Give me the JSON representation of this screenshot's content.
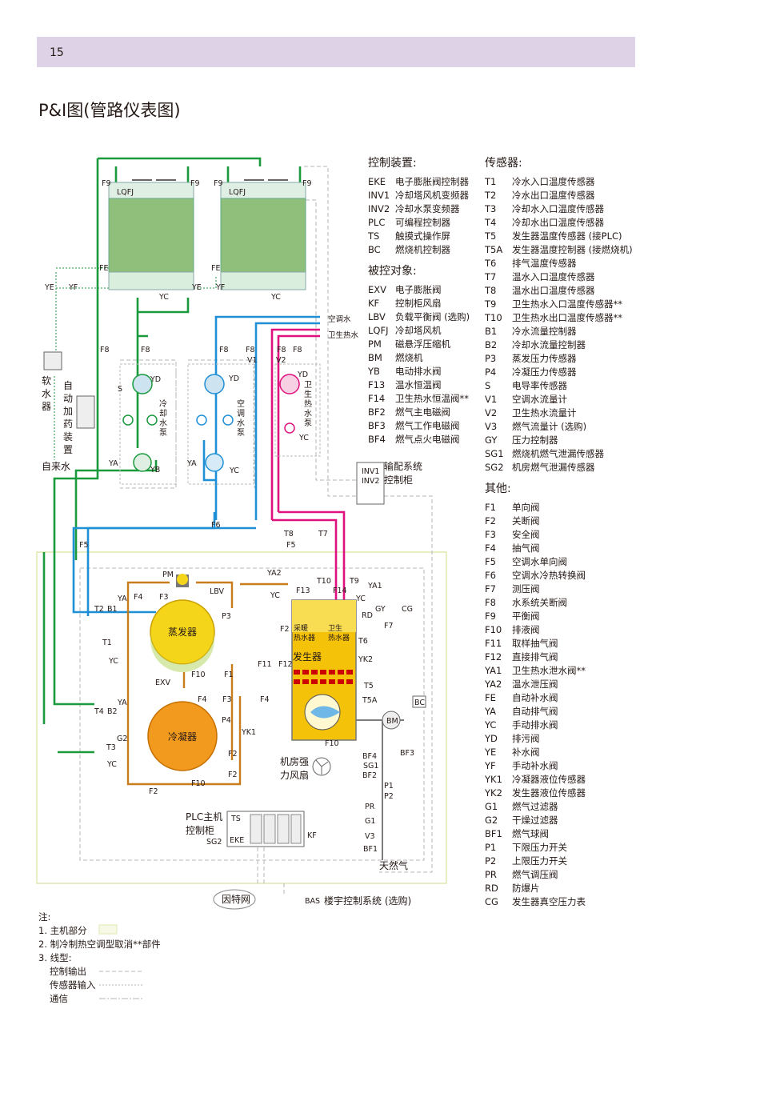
{
  "page_number": "15",
  "page_title": "P&I图(管路仪表图)",
  "legend": {
    "control_devices": {
      "title": "控制装置:",
      "items": [
        {
          "code": "EKE",
          "name": "电子膨胀阀控制器"
        },
        {
          "code": "INV1",
          "name": "冷却塔风机变频器"
        },
        {
          "code": "INV2",
          "name": "冷却水泵变频器"
        },
        {
          "code": "PLC",
          "name": "可编程控制器"
        },
        {
          "code": "TS",
          "name": "触摸式操作屏"
        },
        {
          "code": "BC",
          "name": "燃烧机控制器"
        }
      ]
    },
    "controlled_objects": {
      "title": "被控对象:",
      "items": [
        {
          "code": "EXV",
          "name": "电子膨胀阀"
        },
        {
          "code": "KF",
          "name": "控制柜风扇"
        },
        {
          "code": "LBV",
          "name": "负载平衡阀 (选购)"
        },
        {
          "code": "LQFJ",
          "name": "冷却塔风机"
        },
        {
          "code": "PM",
          "name": "磁悬浮压缩机"
        },
        {
          "code": "BM",
          "name": "燃烧机"
        },
        {
          "code": "YB",
          "name": "电动排水阀"
        },
        {
          "code": "F13",
          "name": "温水恒温阀"
        },
        {
          "code": "F14",
          "name": "卫生热水恒温阀**"
        },
        {
          "code": "BF2",
          "name": "燃气主电磁阀"
        },
        {
          "code": "BF3",
          "name": "燃气工作电磁阀"
        },
        {
          "code": "BF4",
          "name": "燃气点火电磁阀"
        }
      ]
    },
    "sensors": {
      "title": "传感器:",
      "items": [
        {
          "code": "T1",
          "name": "冷水入口温度传感器"
        },
        {
          "code": "T2",
          "name": "冷水出口温度传感器"
        },
        {
          "code": "T3",
          "name": "冷却水入口温度传感器"
        },
        {
          "code": "T4",
          "name": "冷却水出口温度传感器"
        },
        {
          "code": "T5",
          "name": "发生器温度传感器 (接PLC)"
        },
        {
          "code": "T5A",
          "name": "发生器温度控制器 (接燃烧机)"
        },
        {
          "code": "T6",
          "name": "排气温度传感器"
        },
        {
          "code": "T7",
          "name": "温水入口温度传感器"
        },
        {
          "code": "T8",
          "name": "温水出口温度传感器"
        },
        {
          "code": "T9",
          "name": "卫生热水入口温度传感器**"
        },
        {
          "code": "T10",
          "name": "卫生热水出口温度传感器**"
        },
        {
          "code": "B1",
          "name": "冷水流量控制器"
        },
        {
          "code": "B2",
          "name": "冷却水流量控制器"
        },
        {
          "code": "P3",
          "name": "蒸发压力传感器"
        },
        {
          "code": "P4",
          "name": "冷凝压力传感器"
        },
        {
          "code": "S",
          "name": "电导率传感器"
        },
        {
          "code": "V1",
          "name": "空调水流量计"
        },
        {
          "code": "V2",
          "name": "卫生热水流量计"
        },
        {
          "code": "V3",
          "name": "燃气流量计 (选购)"
        },
        {
          "code": "GY",
          "name": "压力控制器"
        },
        {
          "code": "SG1",
          "name": "燃烧机燃气泄漏传感器"
        },
        {
          "code": "SG2",
          "name": "机房燃气泄漏传感器"
        }
      ]
    },
    "others": {
      "title": "其他:",
      "items": [
        {
          "code": "F1",
          "name": "单向阀"
        },
        {
          "code": "F2",
          "name": "关断阀"
        },
        {
          "code": "F3",
          "name": "安全阀"
        },
        {
          "code": "F4",
          "name": "抽气阀"
        },
        {
          "code": "F5",
          "name": "空调水单向阀"
        },
        {
          "code": "F6",
          "name": "空调水冷热转换阀"
        },
        {
          "code": "F7",
          "name": "测压阀"
        },
        {
          "code": "F8",
          "name": "水系统关断阀"
        },
        {
          "code": "F9",
          "name": "平衡阀"
        },
        {
          "code": "F10",
          "name": "排液阀"
        },
        {
          "code": "F11",
          "name": "取样抽气阀"
        },
        {
          "code": "F12",
          "name": "直接排气阀"
        },
        {
          "code": "YA1",
          "name": "卫生热水泄水阀**"
        },
        {
          "code": "YA2",
          "name": "温水泄压阀"
        },
        {
          "code": "FE",
          "name": "自动补水阀"
        },
        {
          "code": "YA",
          "name": "自动排气阀"
        },
        {
          "code": "YC",
          "name": "手动排水阀"
        },
        {
          "code": "YD",
          "name": "排污阀"
        },
        {
          "code": "YE",
          "name": "补水阀"
        },
        {
          "code": "YF",
          "name": "手动补水阀"
        },
        {
          "code": "YK1",
          "name": "冷凝器液位传感器"
        },
        {
          "code": "YK2",
          "name": "发生器液位传感器"
        },
        {
          "code": "G1",
          "name": "燃气过滤器"
        },
        {
          "code": "G2",
          "name": "干燥过滤器"
        },
        {
          "code": "BF1",
          "name": "燃气球阀"
        },
        {
          "code": "P1",
          "name": "下限压力开关"
        },
        {
          "code": "P2",
          "name": "上限压力开关"
        },
        {
          "code": "PR",
          "name": "燃气调压阀"
        },
        {
          "code": "RD",
          "name": "防爆片"
        },
        {
          "code": "CG",
          "name": "发生器真空压力表"
        }
      ]
    }
  },
  "notes": {
    "title": "注:",
    "n1": "1. 主机部分",
    "n2": "2. 制冷制热空调型取消**部件",
    "n3": "3. 线型:",
    "line_types": [
      "控制输出",
      "传感器输入",
      "通信"
    ]
  },
  "diagram": {
    "evaporator": "蒸发器",
    "condenser": "冷凝器",
    "generator": "发生器",
    "heater_left": [
      "采暖",
      "热水器"
    ],
    "heater_right": [
      "卫生",
      "热水器"
    ],
    "cooling_water_pump": [
      "冷",
      "却",
      "水",
      "泵"
    ],
    "chilled_water_pump": [
      "空",
      "调",
      "水",
      "泵"
    ],
    "dhw_pump": [
      "卫",
      "生",
      "热",
      "水",
      "泵"
    ],
    "softener": [
      "软",
      "水",
      "器"
    ],
    "dosing": [
      "自",
      "动",
      "加",
      "药",
      "装",
      "置"
    ],
    "tap_water": "自来水",
    "inv_cabinet": [
      "输配系统",
      "控制柜"
    ],
    "inv_labels": [
      "INV1",
      "INV2"
    ],
    "room_fan": [
      "机房强",
      "力风扇"
    ],
    "plc_cabinet": [
      "PLC主机",
      "控制柜"
    ],
    "internet": "因特网",
    "bas": "BAS",
    "bas_text": "楼宇控制系统 (选购)",
    "natural_gas": "天然气",
    "ac_water": "空调水",
    "dhw": "卫生热水",
    "tower_fan": "LQFJ",
    "tags": {
      "pm": "PM",
      "lbv": "LBV",
      "exv": "EXV",
      "ya": "YA",
      "ya1": "YA1",
      "ya2": "YA2",
      "yb": "YB",
      "yc": "YC",
      "yd": "YD",
      "ye": "YE",
      "yf": "YF",
      "yk1": "YK1",
      "yk2": "YK2",
      "f1": "F1",
      "f2": "F2",
      "f3": "F3",
      "f4": "F4",
      "f5": "F5",
      "f6": "F6",
      "f7": "F7",
      "f8": "F8",
      "f9": "F9",
      "f10": "F10",
      "f11": "F11",
      "f12": "F12",
      "f13": "F13",
      "f14": "F14",
      "fe": "FE",
      "t1": "T1",
      "t2": "T2",
      "t3": "T3",
      "t4": "T4",
      "t5": "T5",
      "t5a": "T5A",
      "t6": "T6",
      "t7": "T7",
      "t8": "T8",
      "t9": "T9",
      "t10": "T10",
      "b1": "B1",
      "b2": "B2",
      "p1": "P1",
      "p2": "P2",
      "p3": "P3",
      "p4": "P4",
      "s": "S",
      "v1": "V1",
      "v2": "V2",
      "v3": "V3",
      "gy": "GY",
      "rd": "RD",
      "cg": "CG",
      "bc": "BC",
      "bm": "BM",
      "g1": "G1",
      "g2": "G2",
      "pr": "PR",
      "bf1": "BF1",
      "bf2": "BF2",
      "bf3": "BF3",
      "bf4": "BF4",
      "sg1": "SG1",
      "sg2": "SG2",
      "ts": "TS",
      "eke": "EKE",
      "kf": "KF"
    }
  },
  "colors": {
    "header_bar": "#ded2e6",
    "cooling_water": "#1a9a3c",
    "chilled_water": "#1f8fd6",
    "hot_water": "#e0117f",
    "refrigerant": "#c87c1a",
    "evaporator_fill": "#f5d51a",
    "condenser_fill": "#f29a1e",
    "generator_fill": "#f5c20a",
    "main_unit_border": "#dfe9b0"
  }
}
